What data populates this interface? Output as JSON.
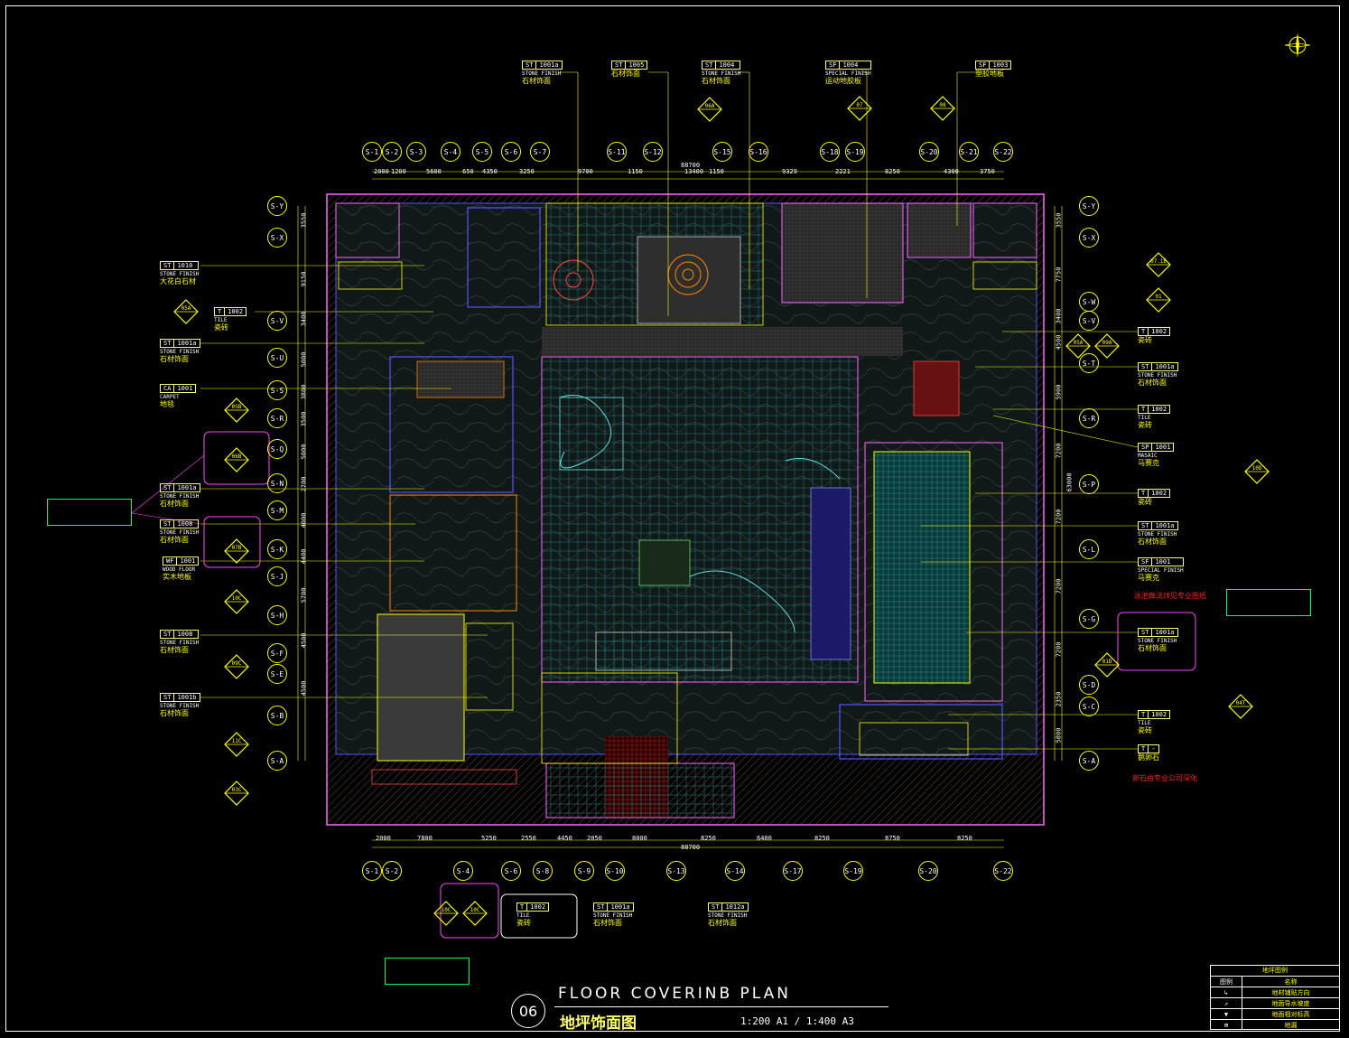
{
  "drawing": {
    "number": "06",
    "title_en": "FLOOR COVERINB PLAN",
    "title_cn": "地坪饰面图",
    "scale": "1:200 A1 / 1:400 A3"
  },
  "legend": {
    "title": "地坪图例",
    "header_col1": "图例",
    "header_col2": "名称",
    "rows": [
      "地材铺贴方向",
      "地面导水坡度",
      "地面相对标高",
      "地漏"
    ]
  },
  "grid": {
    "top": [
      "S-1",
      "S-2",
      "S-3",
      "S-4",
      "S-5",
      "S-6",
      "S-7",
      "S-11",
      "S-12",
      "S-15",
      "S-16",
      "S-18",
      "S-19",
      "S-20",
      "S-21",
      "S-22"
    ],
    "bottom": [
      "S-1",
      "S-2",
      "S-4",
      "S-6",
      "S-8",
      "S-9",
      "S-10",
      "S-13",
      "S-14",
      "S-17",
      "S-19",
      "S-20",
      "S-22"
    ],
    "left": [
      "S-Y",
      "S-X",
      "S-V",
      "S-U",
      "S-S",
      "S-R",
      "S-Q",
      "S-N",
      "S-M",
      "S-K",
      "S-J",
      "S-H",
      "S-F",
      "S-E",
      "S-B",
      "S-A"
    ],
    "right": [
      "S-Y",
      "S-X",
      "S-W",
      "S-V",
      "S-T",
      "S-R",
      "S-P",
      "S-L",
      "S-G",
      "S-D",
      "S-C",
      "S-A"
    ]
  },
  "dims": {
    "top": [
      "2000",
      "1200",
      "5600",
      "650",
      "4350",
      "3250",
      "9700",
      "1150",
      "13400",
      "1150",
      "9329",
      "2221",
      "8250",
      "4300",
      "3750"
    ],
    "top_total": "88700",
    "bottom": [
      "2000",
      "7800",
      "5250",
      "2550",
      "4450",
      "2050",
      "8000",
      "8250",
      "6400",
      "8250",
      "8750",
      "8250"
    ],
    "bottom_total": "88700",
    "left": [
      "3550",
      "9150",
      "3400",
      "5000",
      "3800",
      "3500",
      "5000",
      "2700",
      "4000",
      "4400",
      "5700",
      "4500",
      "4500"
    ],
    "right": [
      "3550",
      "7750",
      "3400",
      "4500",
      "5900",
      "7200",
      "7200",
      "7200",
      "7200",
      "2350",
      "5800"
    ],
    "right_total": "63000"
  },
  "tags_top": [
    {
      "code": "ST",
      "num": "1001a",
      "en": "STONE FINISH",
      "cn": "石材饰面"
    },
    {
      "code": "ST",
      "num": "1005",
      "en": "",
      "cn": "石材饰面"
    },
    {
      "code": "ST",
      "num": "1004",
      "en": "STONE FINISH",
      "cn": "石材饰面"
    },
    {
      "code": "SF",
      "num": "1004",
      "en": "SPECIAL FINISH",
      "cn": "运动地胶板"
    },
    {
      "code": "SF",
      "num": "1003",
      "en": "",
      "cn": "塑胶地板"
    }
  ],
  "tags_left": [
    {
      "code": "ST",
      "num": "1010",
      "en": "STONE FINISH",
      "cn": "大花白石材"
    },
    {
      "code": "T",
      "num": "1002",
      "en": "TILE",
      "cn": "瓷砖"
    },
    {
      "code": "ST",
      "num": "1001a",
      "en": "STONE FINISH",
      "cn": "石材饰面"
    },
    {
      "code": "CA",
      "num": "1001",
      "en": "CARPET",
      "cn": "地毯"
    },
    {
      "code": "ST",
      "num": "1001a",
      "en": "STONE FINISH",
      "cn": "石材饰面"
    },
    {
      "code": "ST",
      "num": "1008",
      "en": "STONE FINISH",
      "cn": "石材饰面"
    },
    {
      "code": "WF",
      "num": "1001",
      "en": "WOOD FLOOR",
      "cn": "实木地板"
    },
    {
      "code": "ST",
      "num": "1008",
      "en": "STONE FINISH",
      "cn": "石材饰面"
    },
    {
      "code": "ST",
      "num": "1001b",
      "en": "STONE FINISH",
      "cn": "石材饰面"
    }
  ],
  "tags_right": [
    {
      "code": "T",
      "num": "1002",
      "en": "",
      "cn": "瓷砖"
    },
    {
      "code": "ST",
      "num": "1001a",
      "en": "STONE FINISH",
      "cn": "石材饰面"
    },
    {
      "code": "T",
      "num": "1002",
      "en": "TILE",
      "cn": "瓷砖"
    },
    {
      "code": "SP",
      "num": "1001",
      "en": "MASAIC",
      "cn": "马赛克"
    },
    {
      "code": "T",
      "num": "1002",
      "en": "",
      "cn": "瓷砖"
    },
    {
      "code": "ST",
      "num": "1001a",
      "en": "STONE FINISH",
      "cn": "石材饰面"
    },
    {
      "code": "SF",
      "num": "1001",
      "en": "SPECIAL FINISH",
      "cn": "马赛克"
    },
    {
      "code": "ST",
      "num": "1001a",
      "en": "STONE FINISH",
      "cn": "石材饰面"
    },
    {
      "code": "T",
      "num": "1002",
      "en": "TILE",
      "cn": "瓷砖"
    },
    {
      "code": "T",
      "num": "-",
      "en": "",
      "cn": "鹅卵石"
    }
  ],
  "tags_bottom": [
    {
      "code": "T",
      "num": "1002",
      "en": "TILE",
      "cn": "瓷砖"
    },
    {
      "code": "ST",
      "num": "1001a",
      "en": "STONE FINISH",
      "cn": "石材饰面"
    },
    {
      "code": "ST",
      "num": "1012a",
      "en": "STONE FINISH",
      "cn": "石材饰面"
    }
  ],
  "red_notes": [
    "泳池做法详见专业图纸",
    "卵石由专业公司深化"
  ],
  "diamonds": [
    "05A",
    "06A",
    "07",
    "08",
    "07.1E",
    "05B",
    "06B",
    "07B",
    "10C",
    "09C",
    "11C",
    "03C",
    "09A",
    "01D",
    "04T",
    "10D",
    "10C",
    "10C",
    "01",
    "05A"
  ]
}
